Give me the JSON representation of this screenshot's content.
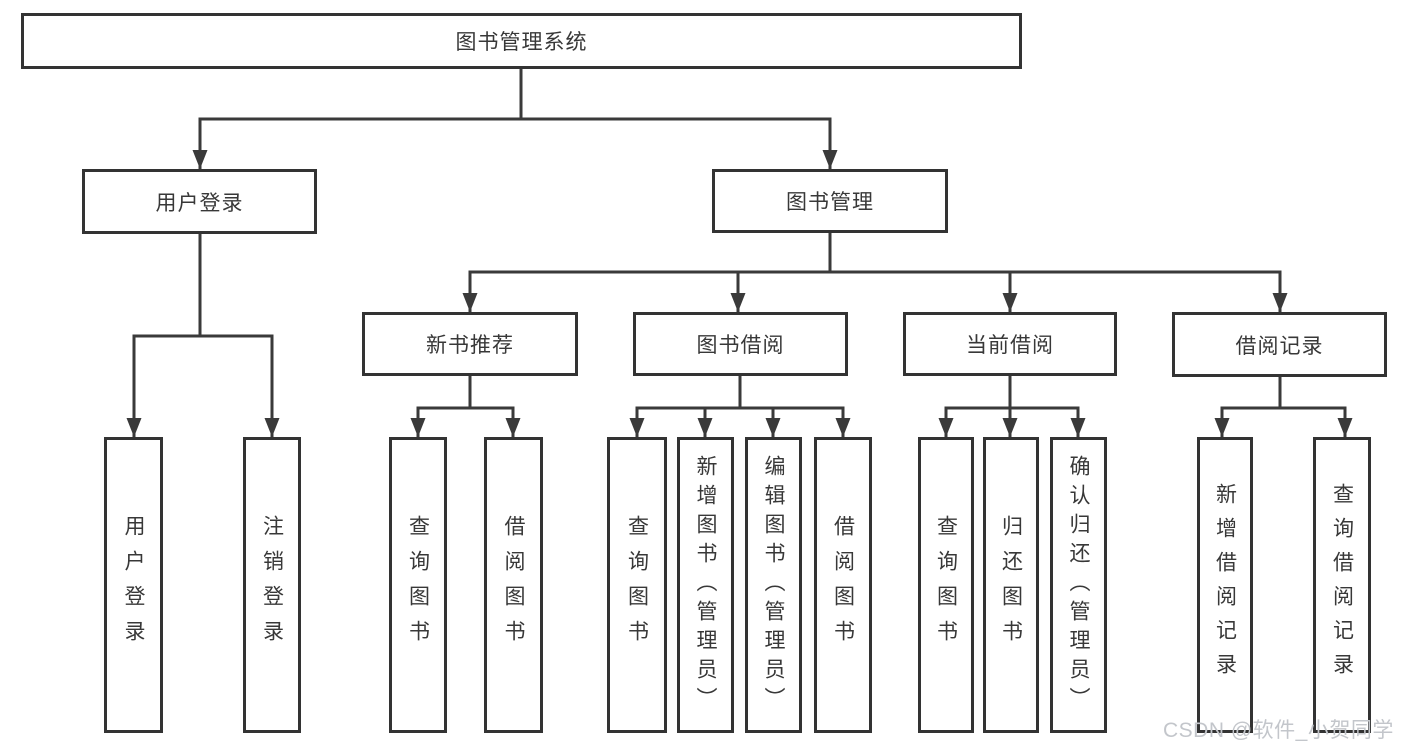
{
  "tree": {
    "label": "图书管理系统",
    "children": [
      {
        "label": "用户登录",
        "children": [
          {
            "label": "用户登录"
          },
          {
            "label": "注销登录"
          }
        ]
      },
      {
        "label": "图书管理",
        "children": [
          {
            "label": "新书推荐",
            "children": [
              {
                "label": "查询图书"
              },
              {
                "label": "借阅图书"
              }
            ]
          },
          {
            "label": "图书借阅",
            "children": [
              {
                "label": "查询图书"
              },
              {
                "label": "新增图书（管理员）"
              },
              {
                "label": "编辑图书（管理员）"
              },
              {
                "label": "借阅图书"
              }
            ]
          },
          {
            "label": "当前借阅",
            "children": [
              {
                "label": "查询图书"
              },
              {
                "label": "归还图书"
              },
              {
                "label": "确认归还（管理员）"
              }
            ]
          },
          {
            "label": "借阅记录",
            "children": [
              {
                "label": "新增借阅记录"
              },
              {
                "label": "查询借阅记录"
              }
            ]
          }
        ]
      }
    ]
  },
  "watermark": "CSDN @软件_小贺同学",
  "colors": {
    "line": "#3a3a3a",
    "border": "#333333",
    "text": "#383838",
    "watermark": "#c3c6cb"
  }
}
